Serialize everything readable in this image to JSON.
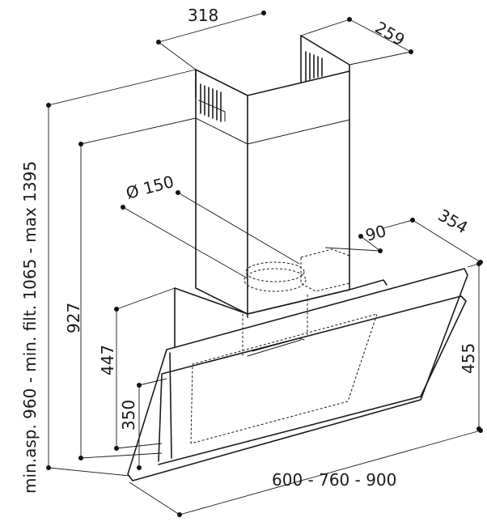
{
  "dimensions": {
    "chimney_width": "318",
    "chimney_depth": "259",
    "total_height_range": "min.asp. 960 - min. filt. 1065 - max 1395",
    "duct_diameter": "Ø 150",
    "duct_offset": "90",
    "hood_depth": "354",
    "height_927": "927",
    "height_447": "447",
    "height_350": "350",
    "hood_height": "455",
    "widths": "600 - 760 - 900"
  },
  "colors": {
    "line": "#1a1a1a",
    "background": "#ffffff"
  }
}
